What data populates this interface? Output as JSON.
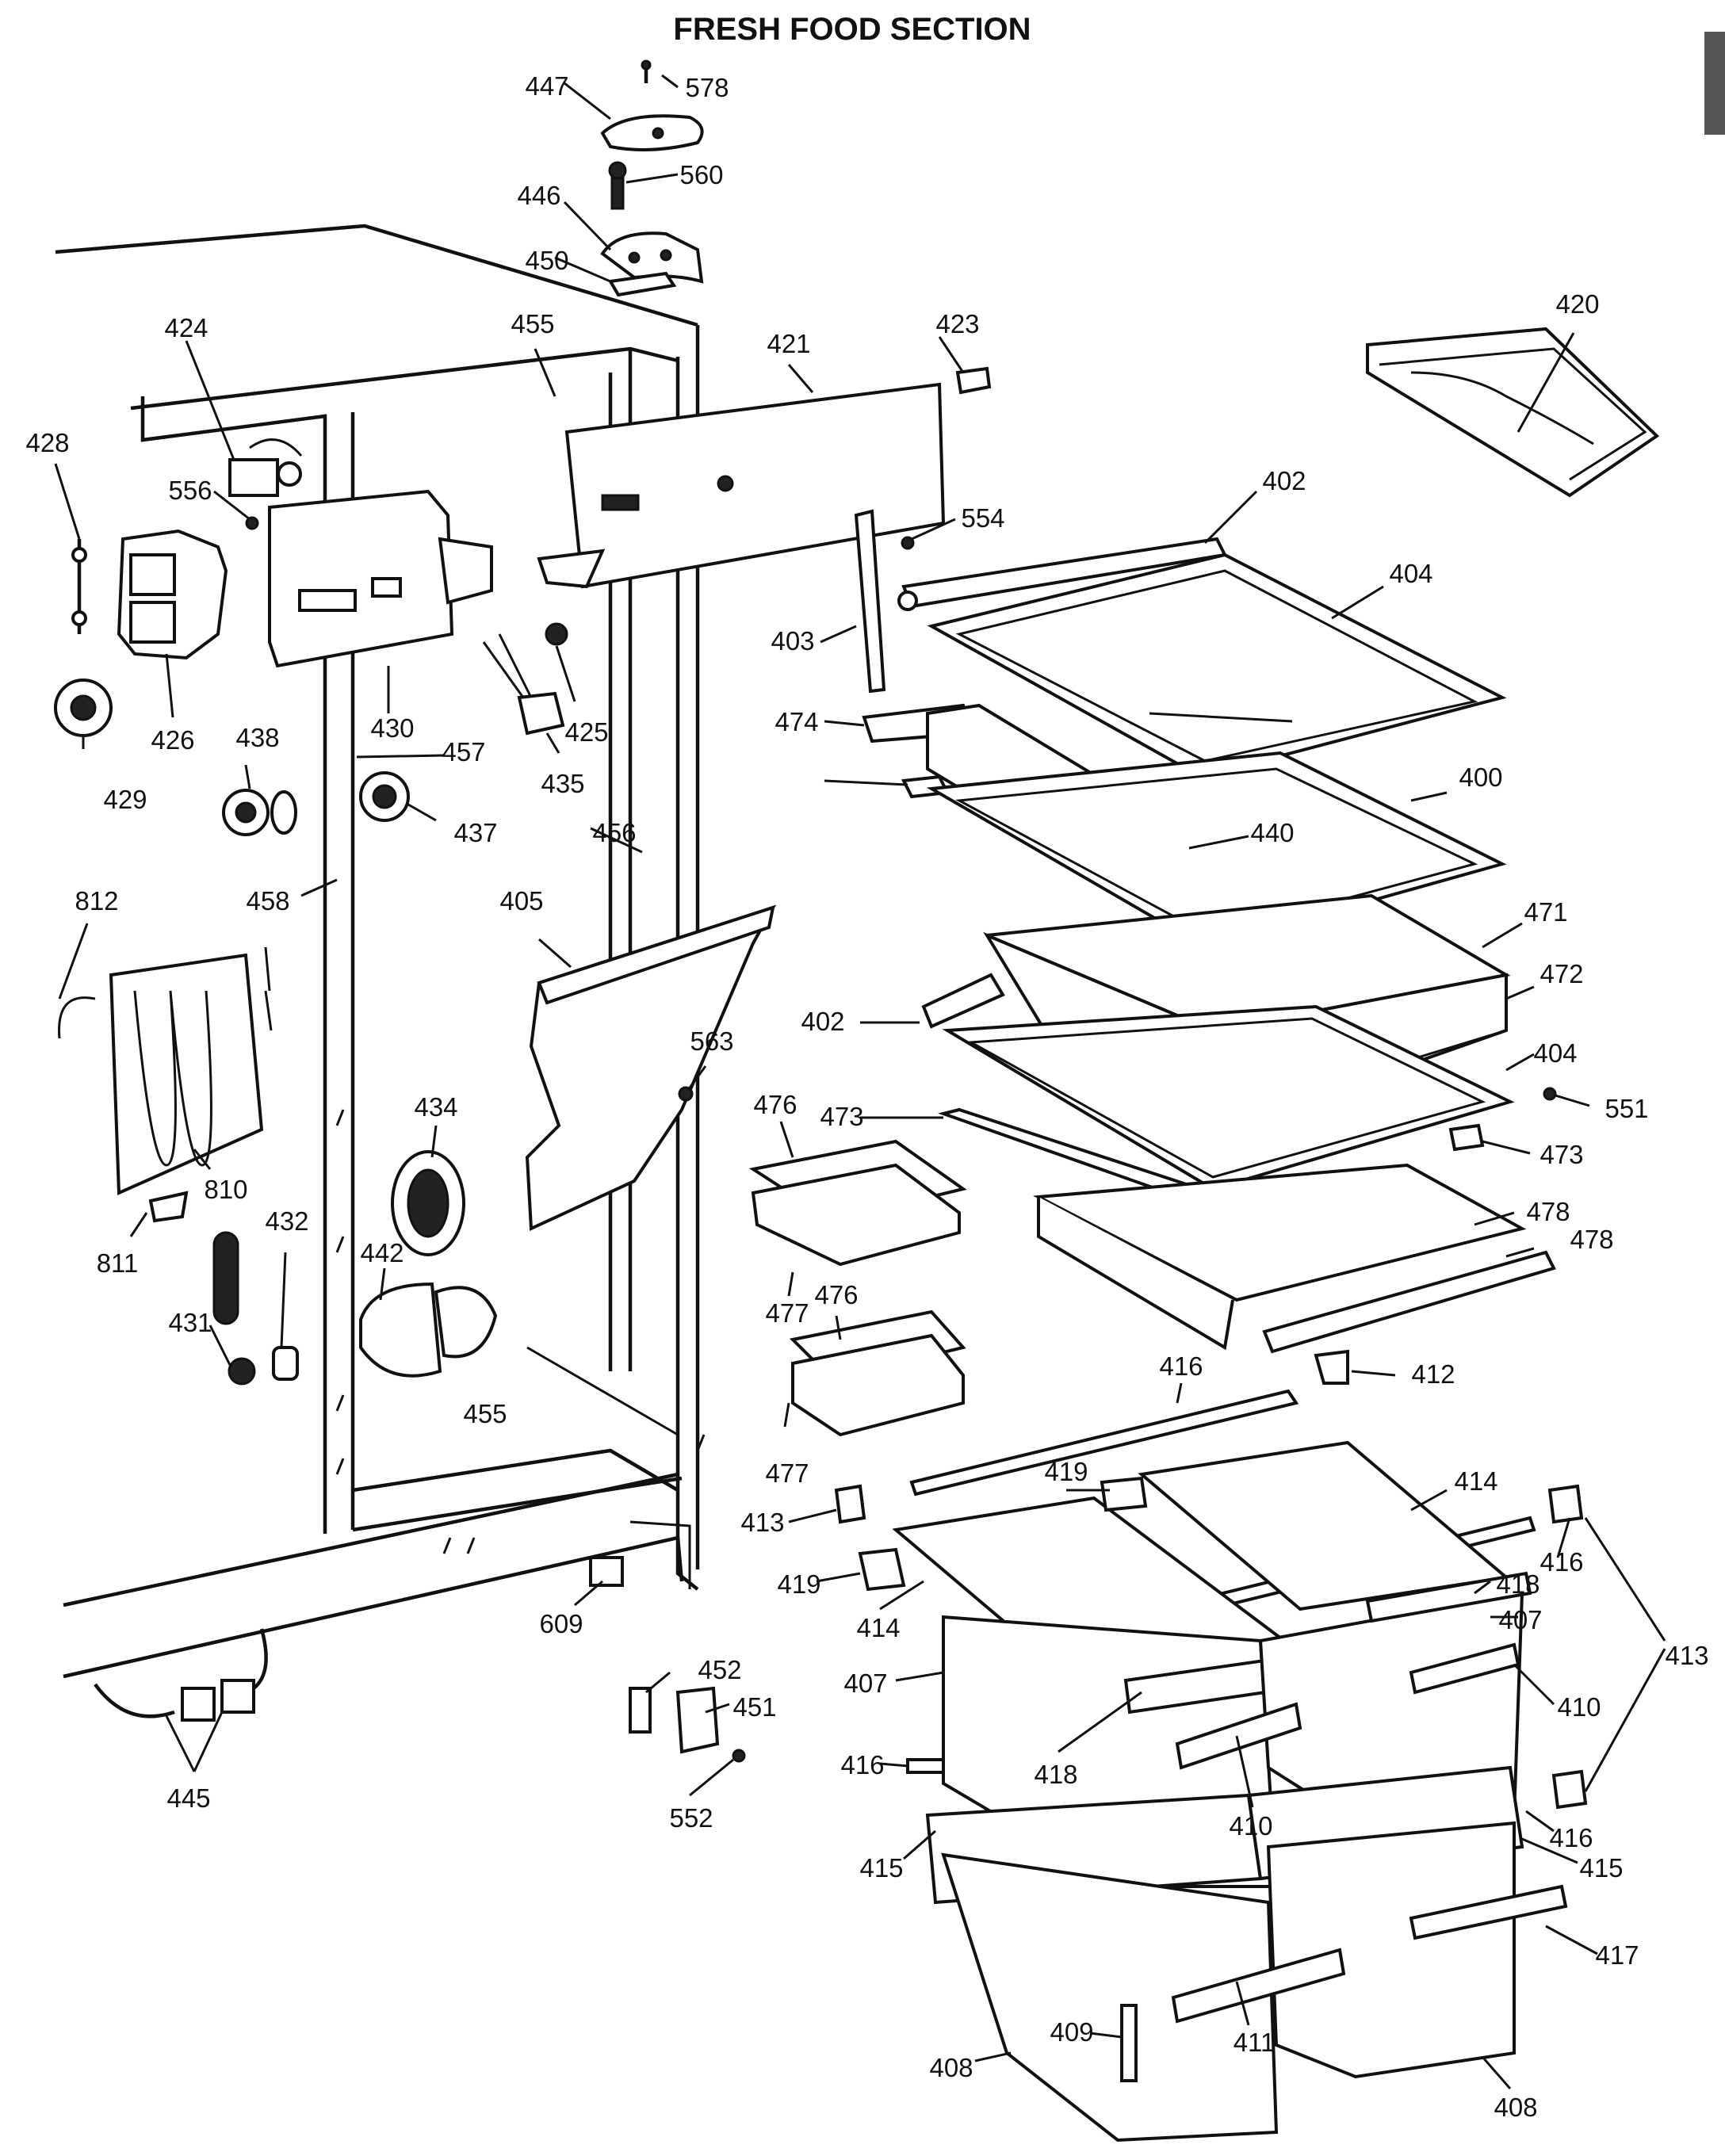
{
  "title": "FRESH FOOD SECTION",
  "labels": [
    "447",
    "578",
    "446",
    "560",
    "450",
    "420",
    "424",
    "455",
    "421",
    "423",
    "428",
    "556",
    "402",
    "554",
    "426",
    "430",
    "425",
    "403",
    "404",
    "429",
    "438",
    "457",
    "435",
    "474",
    "400",
    "437",
    "456",
    "440",
    "812",
    "458",
    "405",
    "471",
    "472",
    "563",
    "473",
    "551",
    "476",
    "434",
    "478",
    "810",
    "432",
    "442",
    "477",
    "811",
    "431",
    "416",
    "412",
    "419",
    "414",
    "413",
    "455",
    "418",
    "407",
    "609",
    "452",
    "451",
    "410",
    "445",
    "552",
    "415",
    "417",
    "409",
    "411",
    "408"
  ]
}
